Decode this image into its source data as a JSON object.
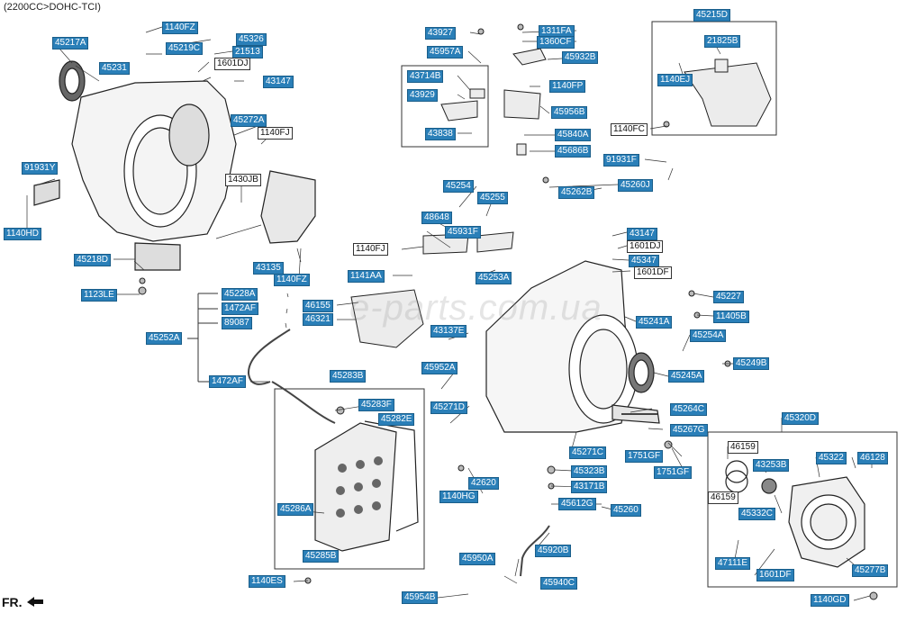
{
  "header": {
    "model": "(2200CC>DOHC-TCI)"
  },
  "direction_marker": "FR.",
  "watermark": "e-parts.com.ua",
  "callouts": [
    {
      "id": "c1",
      "text": "1140FZ",
      "style": "b"
    },
    {
      "id": "c2",
      "text": "45219C",
      "style": "b"
    },
    {
      "id": "c3",
      "text": "45217A",
      "style": "b"
    },
    {
      "id": "c4",
      "text": "45231",
      "style": "b"
    },
    {
      "id": "c5",
      "text": "45326",
      "style": "b"
    },
    {
      "id": "c6",
      "text": "21513",
      "style": "b"
    },
    {
      "id": "c7",
      "text": "1601DJ",
      "style": "w"
    },
    {
      "id": "c8",
      "text": "43147",
      "style": "b"
    },
    {
      "id": "c9",
      "text": "45272A",
      "style": "b"
    },
    {
      "id": "c10",
      "text": "1140FJ",
      "style": "w"
    },
    {
      "id": "c11",
      "text": "91931Y",
      "style": "b"
    },
    {
      "id": "c12",
      "text": "1430JB",
      "style": "w"
    },
    {
      "id": "c13",
      "text": "1140HD",
      "style": "b"
    },
    {
      "id": "c14",
      "text": "45218D",
      "style": "b"
    },
    {
      "id": "c15",
      "text": "43135",
      "style": "b"
    },
    {
      "id": "c16",
      "text": "1140FZ",
      "style": "b"
    },
    {
      "id": "c17",
      "text": "1123LE",
      "style": "b"
    },
    {
      "id": "c18",
      "text": "43927",
      "style": "b"
    },
    {
      "id": "c19",
      "text": "45957A",
      "style": "b"
    },
    {
      "id": "c20",
      "text": "43714B",
      "style": "b"
    },
    {
      "id": "c21",
      "text": "43929",
      "style": "b"
    },
    {
      "id": "c22",
      "text": "43838",
      "style": "b"
    },
    {
      "id": "c23",
      "text": "1311FA",
      "style": "b"
    },
    {
      "id": "c24",
      "text": "1360CF",
      "style": "b"
    },
    {
      "id": "c25",
      "text": "45932B",
      "style": "b"
    },
    {
      "id": "c26",
      "text": "1140FP",
      "style": "b"
    },
    {
      "id": "c27",
      "text": "45956B",
      "style": "b"
    },
    {
      "id": "c28",
      "text": "45840A",
      "style": "b"
    },
    {
      "id": "c29",
      "text": "45686B",
      "style": "b"
    },
    {
      "id": "c30",
      "text": "45215D",
      "style": "b"
    },
    {
      "id": "c31",
      "text": "21825B",
      "style": "b"
    },
    {
      "id": "c32",
      "text": "1140EJ",
      "style": "b"
    },
    {
      "id": "c33",
      "text": "1140FC",
      "style": "w"
    },
    {
      "id": "c34",
      "text": "91931F",
      "style": "b"
    },
    {
      "id": "c35",
      "text": "45262B",
      "style": "b"
    },
    {
      "id": "c36",
      "text": "45260J",
      "style": "b"
    },
    {
      "id": "c37",
      "text": "45254",
      "style": "b"
    },
    {
      "id": "c38",
      "text": "45255",
      "style": "b"
    },
    {
      "id": "c39",
      "text": "48648",
      "style": "b"
    },
    {
      "id": "c40",
      "text": "45931F",
      "style": "b"
    },
    {
      "id": "c41",
      "text": "1140FJ",
      "style": "w"
    },
    {
      "id": "c42",
      "text": "45253A",
      "style": "b"
    },
    {
      "id": "c43",
      "text": "1141AA",
      "style": "b"
    },
    {
      "id": "c44",
      "text": "46155",
      "style": "b"
    },
    {
      "id": "c45",
      "text": "46321",
      "style": "b"
    },
    {
      "id": "c46",
      "text": "43137E",
      "style": "b"
    },
    {
      "id": "c47",
      "text": "43147",
      "style": "b"
    },
    {
      "id": "c48",
      "text": "1601DJ",
      "style": "w"
    },
    {
      "id": "c49",
      "text": "45347",
      "style": "b"
    },
    {
      "id": "c50",
      "text": "1601DF",
      "style": "w"
    },
    {
      "id": "c51",
      "text": "45227",
      "style": "b"
    },
    {
      "id": "c52",
      "text": "11405B",
      "style": "b"
    },
    {
      "id": "c53",
      "text": "45241A",
      "style": "b"
    },
    {
      "id": "c54",
      "text": "45254A",
      "style": "b"
    },
    {
      "id": "c55",
      "text": "45249B",
      "style": "b"
    },
    {
      "id": "c56",
      "text": "45245A",
      "style": "b"
    },
    {
      "id": "c57",
      "text": "45228A",
      "style": "b"
    },
    {
      "id": "c58",
      "text": "1472AF",
      "style": "b"
    },
    {
      "id": "c59",
      "text": "89087",
      "style": "b"
    },
    {
      "id": "c60",
      "text": "45252A",
      "style": "b"
    },
    {
      "id": "c61",
      "text": "1472AF",
      "style": "b"
    },
    {
      "id": "c62",
      "text": "45283B",
      "style": "b"
    },
    {
      "id": "c63",
      "text": "45283F",
      "style": "b"
    },
    {
      "id": "c64",
      "text": "45282E",
      "style": "b"
    },
    {
      "id": "c65",
      "text": "45952A",
      "style": "b"
    },
    {
      "id": "c66",
      "text": "45271D",
      "style": "b"
    },
    {
      "id": "c67",
      "text": "45264C",
      "style": "b"
    },
    {
      "id": "c68",
      "text": "45267G",
      "style": "b"
    },
    {
      "id": "c69",
      "text": "45271C",
      "style": "b"
    },
    {
      "id": "c70",
      "text": "1751GF",
      "style": "b"
    },
    {
      "id": "c71",
      "text": "1751GF",
      "style": "b"
    },
    {
      "id": "c72",
      "text": "45320D",
      "style": "b"
    },
    {
      "id": "c73",
      "text": "46159",
      "style": "w"
    },
    {
      "id": "c74",
      "text": "45322",
      "style": "b"
    },
    {
      "id": "c75",
      "text": "46128",
      "style": "b"
    },
    {
      "id": "c76",
      "text": "43253B",
      "style": "b"
    },
    {
      "id": "c77",
      "text": "46159",
      "style": "w"
    },
    {
      "id": "c78",
      "text": "45332C",
      "style": "b"
    },
    {
      "id": "c79",
      "text": "47111E",
      "style": "b"
    },
    {
      "id": "c80",
      "text": "1601DF",
      "style": "b"
    },
    {
      "id": "c81",
      "text": "45277B",
      "style": "b"
    },
    {
      "id": "c82",
      "text": "1140GD",
      "style": "b"
    },
    {
      "id": "c83",
      "text": "1140HG",
      "style": "b"
    },
    {
      "id": "c84",
      "text": "42620",
      "style": "b"
    },
    {
      "id": "c85",
      "text": "45323B",
      "style": "b"
    },
    {
      "id": "c86",
      "text": "43171B",
      "style": "b"
    },
    {
      "id": "c87",
      "text": "45612G",
      "style": "b"
    },
    {
      "id": "c88",
      "text": "45260",
      "style": "b"
    },
    {
      "id": "c89",
      "text": "45920B",
      "style": "b"
    },
    {
      "id": "c90",
      "text": "45286A",
      "style": "b"
    },
    {
      "id": "c91",
      "text": "45285B",
      "style": "b"
    },
    {
      "id": "c92",
      "text": "45950A",
      "style": "b"
    },
    {
      "id": "c93",
      "text": "45940C",
      "style": "b"
    },
    {
      "id": "c94",
      "text": "45954B",
      "style": "b"
    },
    {
      "id": "c95",
      "text": "1140ES",
      "style": "b"
    }
  ]
}
